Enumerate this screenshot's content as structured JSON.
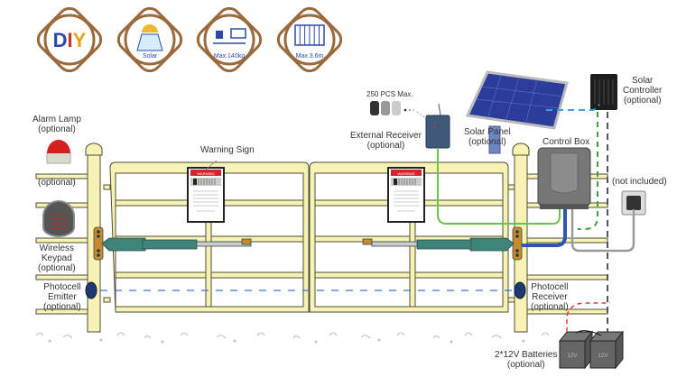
{
  "badges": [
    {
      "id": "diy",
      "text_parts": [
        "D",
        "I",
        "Y"
      ],
      "caption": ""
    },
    {
      "id": "solar",
      "caption": "Solar"
    },
    {
      "id": "weight",
      "caption": "Max.140kg"
    },
    {
      "id": "length",
      "caption": "Max.3.6m"
    }
  ],
  "labels": {
    "alarm_lamp": {
      "title": "Alarm Lamp",
      "note": "(optional)"
    },
    "optional_generic": "(optional)",
    "wireless_keypad": {
      "line1": "Wireless",
      "line2": "Keypad",
      "note": "(optional)"
    },
    "photocell_emitter": {
      "line1": "Photocell",
      "line2": "Emitter",
      "note": "(optional)"
    },
    "warning_sign": "Warning Sign",
    "remotes_max": "250 PCS Max.",
    "external_receiver": {
      "title": "External Receiver",
      "note": "(optional)"
    },
    "solar_panel": {
      "title": "Solar Panel",
      "note": "(optional)"
    },
    "solar_controller": {
      "line1": "Solar",
      "line2": "Controller",
      "note": "(optional)"
    },
    "control_box": "Control Box",
    "outlet": "(not included)",
    "photocell_receiver": {
      "line1": "Photocell",
      "line2": "Receiver",
      "note": "(optional)"
    },
    "batteries": {
      "title": "2*12V Batteries",
      "note": "(optional)"
    },
    "battery_voltage": "12V",
    "warning_header": "WARNING"
  },
  "colors": {
    "badge_ring": "#9a6a3c",
    "gate_fill": "#f8f2b4",
    "gate_stroke": "#4d4d3a",
    "actuator": "#3e8479",
    "warning_red": "#d9232a",
    "wire_green": "#6cc24a",
    "wire_blue": "#2c56b0",
    "wire_gray": "#9a9a9a",
    "dash_blue": "#3a6fd8",
    "dash_red": "#e23b3b",
    "dash_green": "#3e9d45",
    "dash_lightblue": "#3ca6d6",
    "dash_dark": "#555555",
    "solar_blue": "#2c3c9a"
  }
}
